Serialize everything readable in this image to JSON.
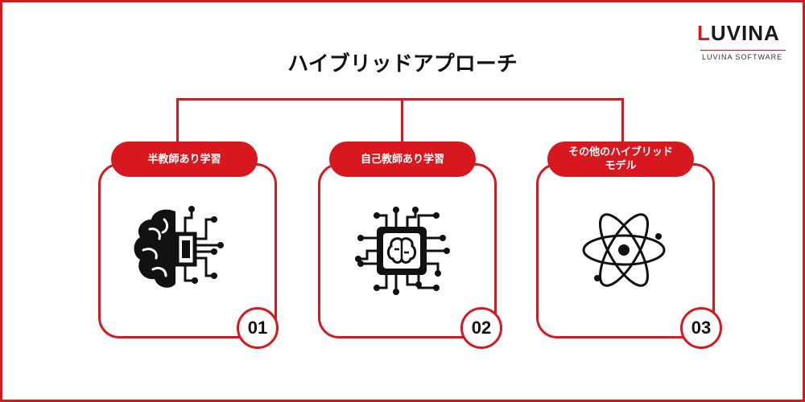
{
  "title": "ハイブリッドアプローチ",
  "logo": {
    "word": "LUVINA",
    "subtitle": "LUVINA SOFTWARE"
  },
  "colors": {
    "accent": "#d7191f",
    "text": "#111111",
    "background": "#ffffff"
  },
  "cards": [
    {
      "label": "半教師あり学習",
      "number": "01",
      "icon": "brain-chip-icon"
    },
    {
      "label": "自己教師あり学習",
      "number": "02",
      "icon": "ai-processor-icon"
    },
    {
      "label": "その他のハイブリッドモデル",
      "number": "03",
      "icon": "atom-icon"
    }
  ]
}
